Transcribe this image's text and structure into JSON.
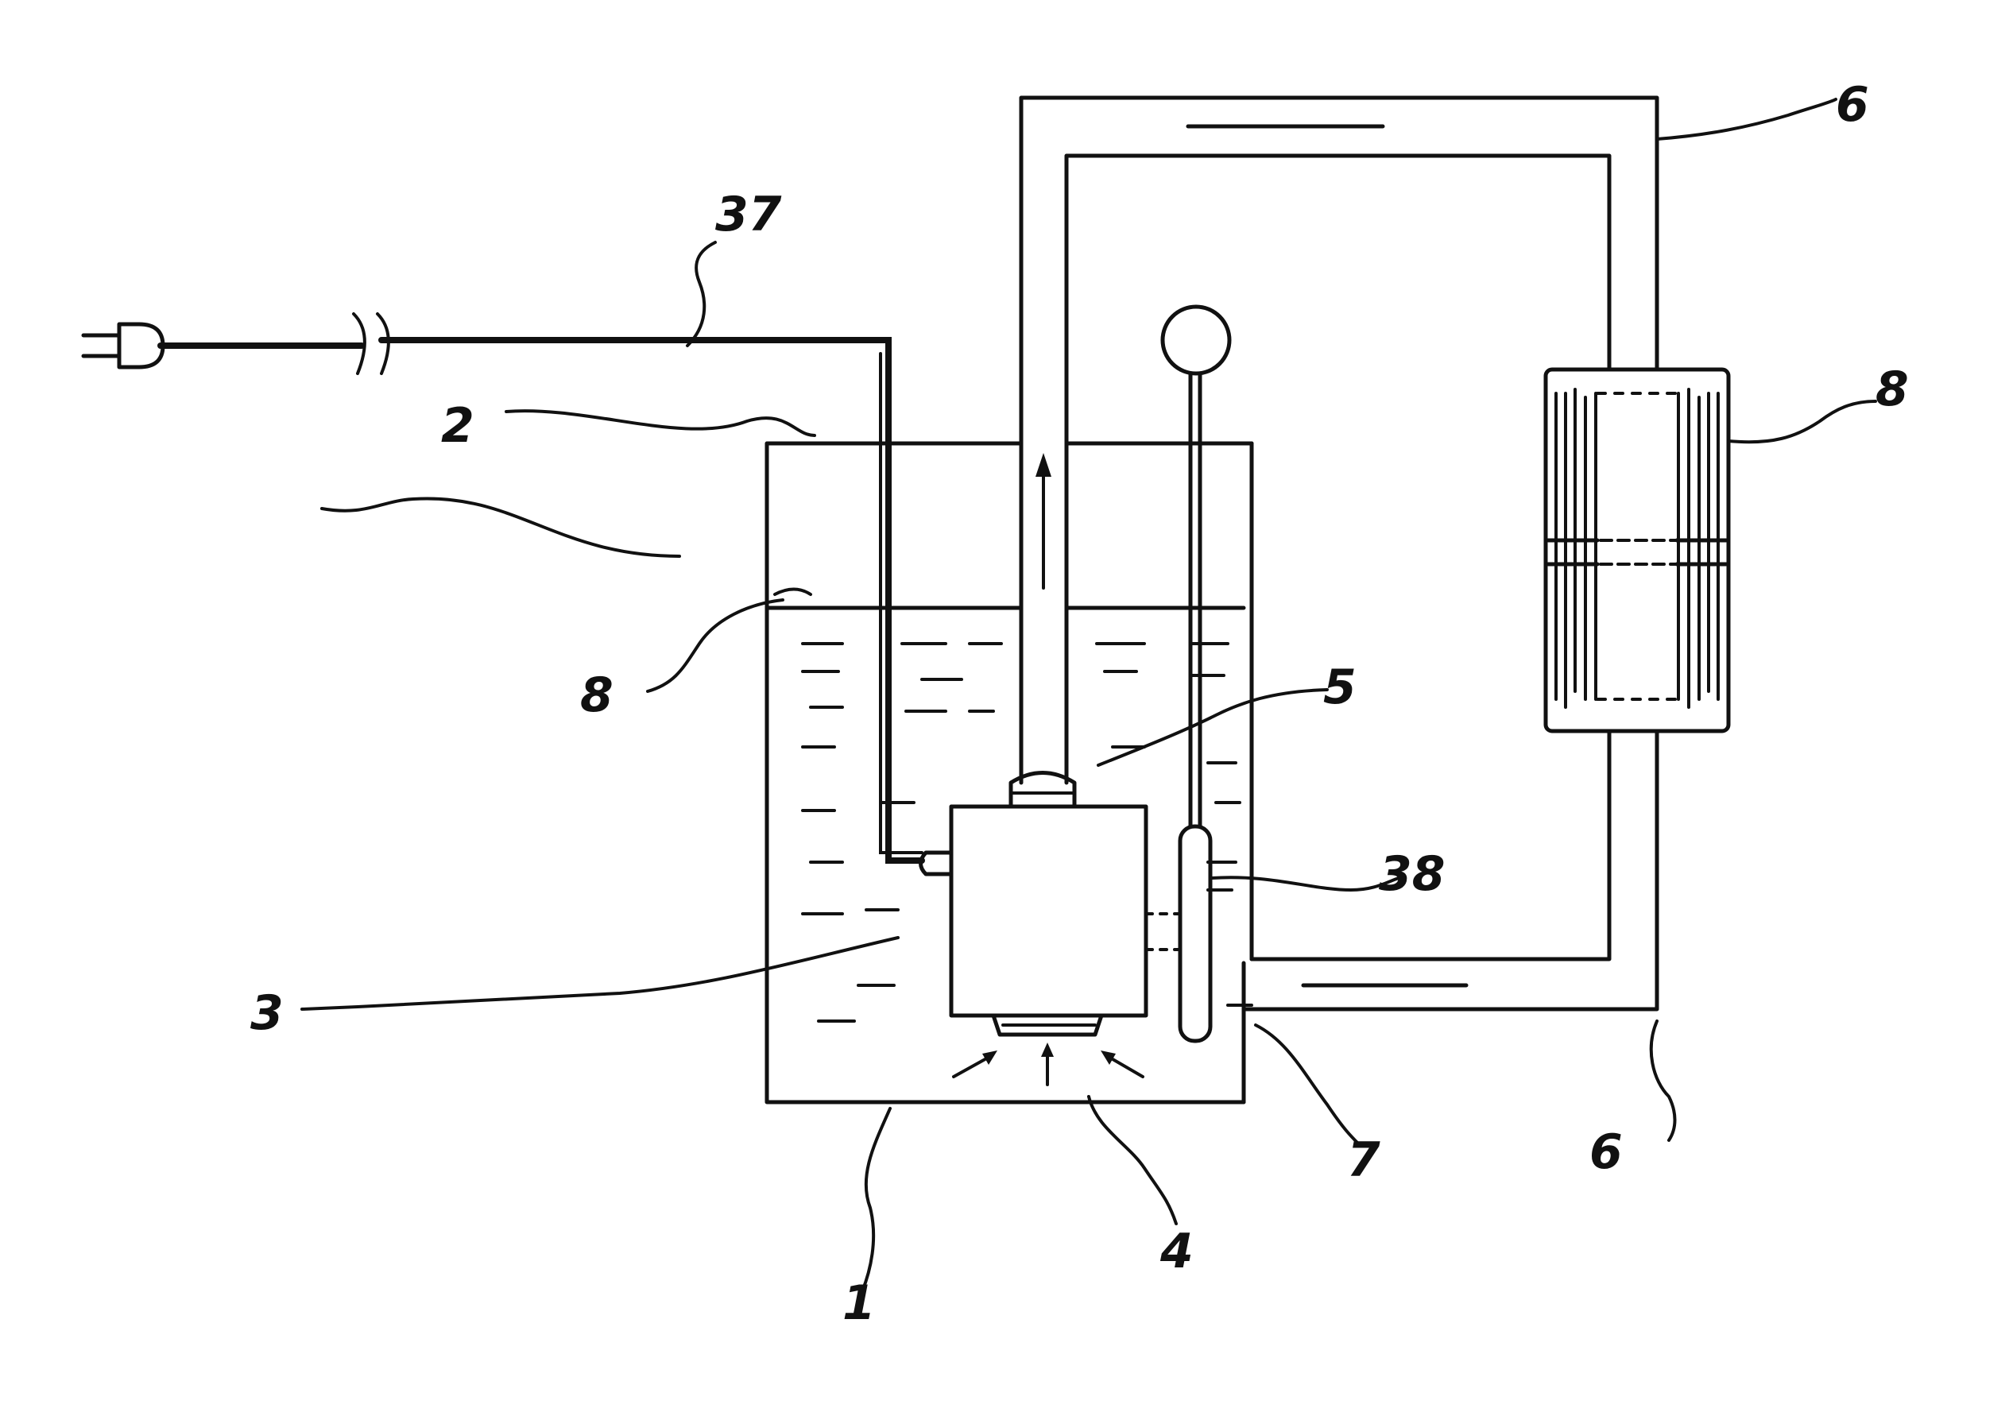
{
  "labels": {
    "l1": "1",
    "l2": "2",
    "l3": "3",
    "l4": "4",
    "l5": "5",
    "l6_top": "6",
    "l6_bottom": "6",
    "l7": "7",
    "l8_right": "8",
    "l8_left": "8",
    "l37": "37",
    "l38": "38"
  }
}
